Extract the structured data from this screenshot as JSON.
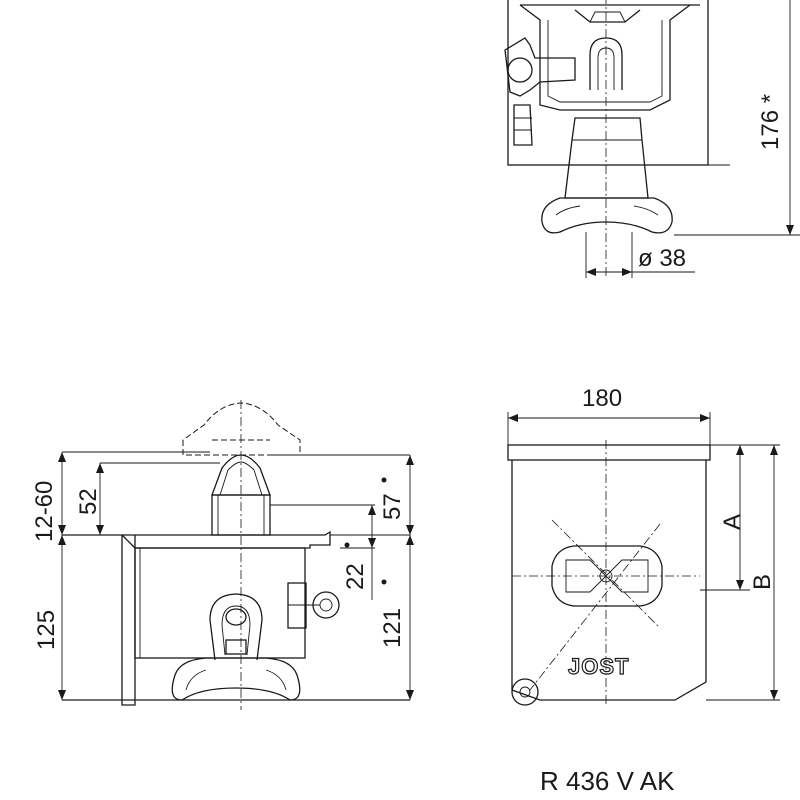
{
  "drawing": {
    "top_view": {
      "dim_height": "176 *",
      "dim_diameter": "ø 38"
    },
    "side_view": {
      "dim_adjust": "12-60",
      "dim_52": "52",
      "dim_57": "57",
      "dim_22": "22",
      "dim_121": "121",
      "dim_125": "125"
    },
    "front_view": {
      "dim_width": "180",
      "dim_a": "A",
      "dim_b": "B",
      "logo_text": "JOST"
    },
    "model_label": "R 436 V  AK"
  }
}
